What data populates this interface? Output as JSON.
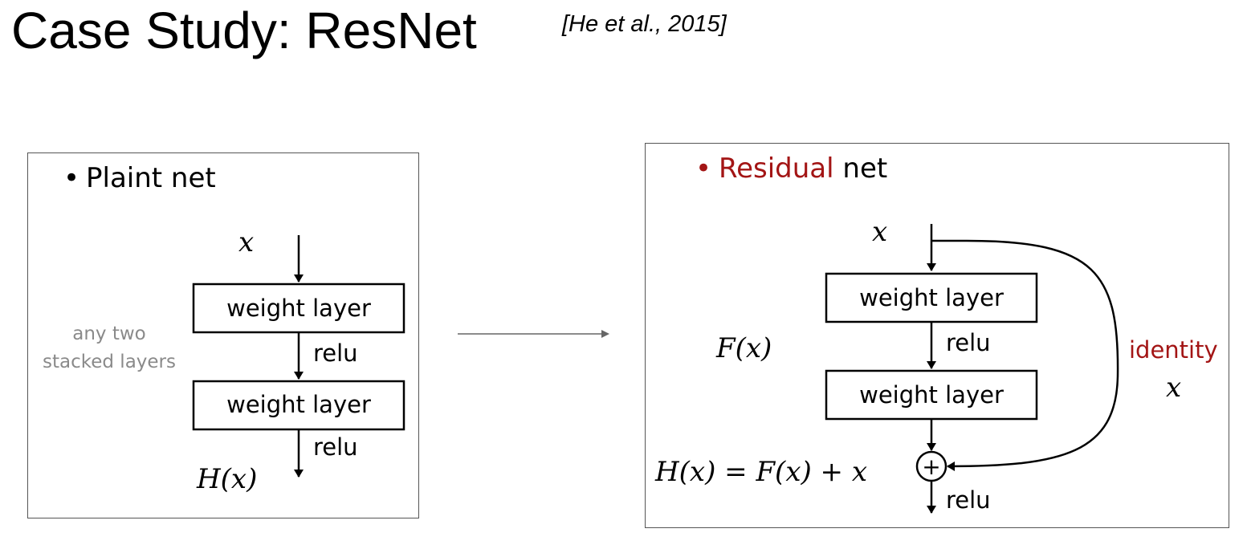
{
  "slide": {
    "title": "Case Study: ResNet",
    "citation": "[He et al., 2015]"
  },
  "plain": {
    "bullet": "•",
    "heading": "Plaint net",
    "input": "x",
    "layer1": "weight layer",
    "relu1": "relu",
    "layer2": "weight layer",
    "relu2": "relu",
    "output": "H(x)",
    "note_line1": "any two",
    "note_line2": "stacked layers"
  },
  "residual": {
    "bullet": "•",
    "heading_highlight": "Residual",
    "heading_rest": " net",
    "input": "x",
    "layer1": "weight layer",
    "relu1": "relu",
    "layer2": "weight layer",
    "residual_func": "F(x)",
    "equation": "H(x) = F(x) + x",
    "relu_out": "relu",
    "identity_label": "identity",
    "identity_x": "x",
    "plus_symbol": "+"
  },
  "colors": {
    "accent_red": "#a31515",
    "note_gray": "#8a8a8a"
  }
}
